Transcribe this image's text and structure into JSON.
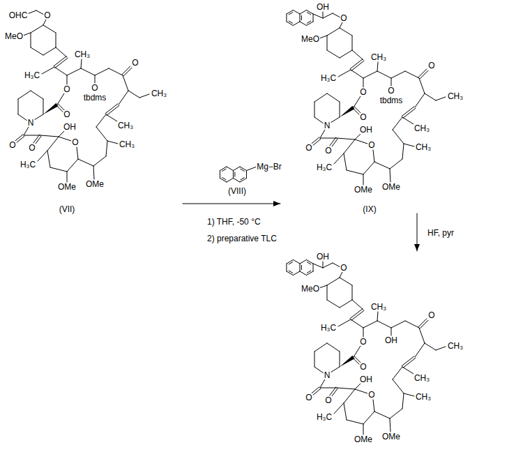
{
  "diagram": {
    "labels": [
      "OHC",
      "O",
      "MeO",
      "H₃C",
      "CH₃",
      "O",
      "tbdms",
      "O",
      "CH₃",
      "CH₃",
      "CH₃",
      "O",
      "O",
      "N",
      "O",
      "O",
      "OH",
      "O",
      "H₃C",
      "OMe",
      "OMe",
      "(VII)",
      "Mg−Br",
      "(VIII)",
      "1) THF, -50 °C",
      "2) preparative TLC",
      "OH",
      "O",
      "MeO",
      "H₃C",
      "CH₃",
      "O",
      "tbdms",
      "O",
      "CH₃",
      "CH₃",
      "CH₃",
      "O",
      "O",
      "N",
      "O",
      "O",
      "OH",
      "O",
      "H₃C",
      "OMe",
      "OMe",
      "(IX)",
      "HF, pyr",
      "OH",
      "O",
      "MeO",
      "H₃C",
      "CH₃",
      "OH",
      "O",
      "CH₃",
      "CH₃",
      "CH₃",
      "O",
      "O",
      "N",
      "O",
      "O",
      "OH",
      "O",
      "H₃C",
      "OMe",
      "OMe"
    ]
  }
}
